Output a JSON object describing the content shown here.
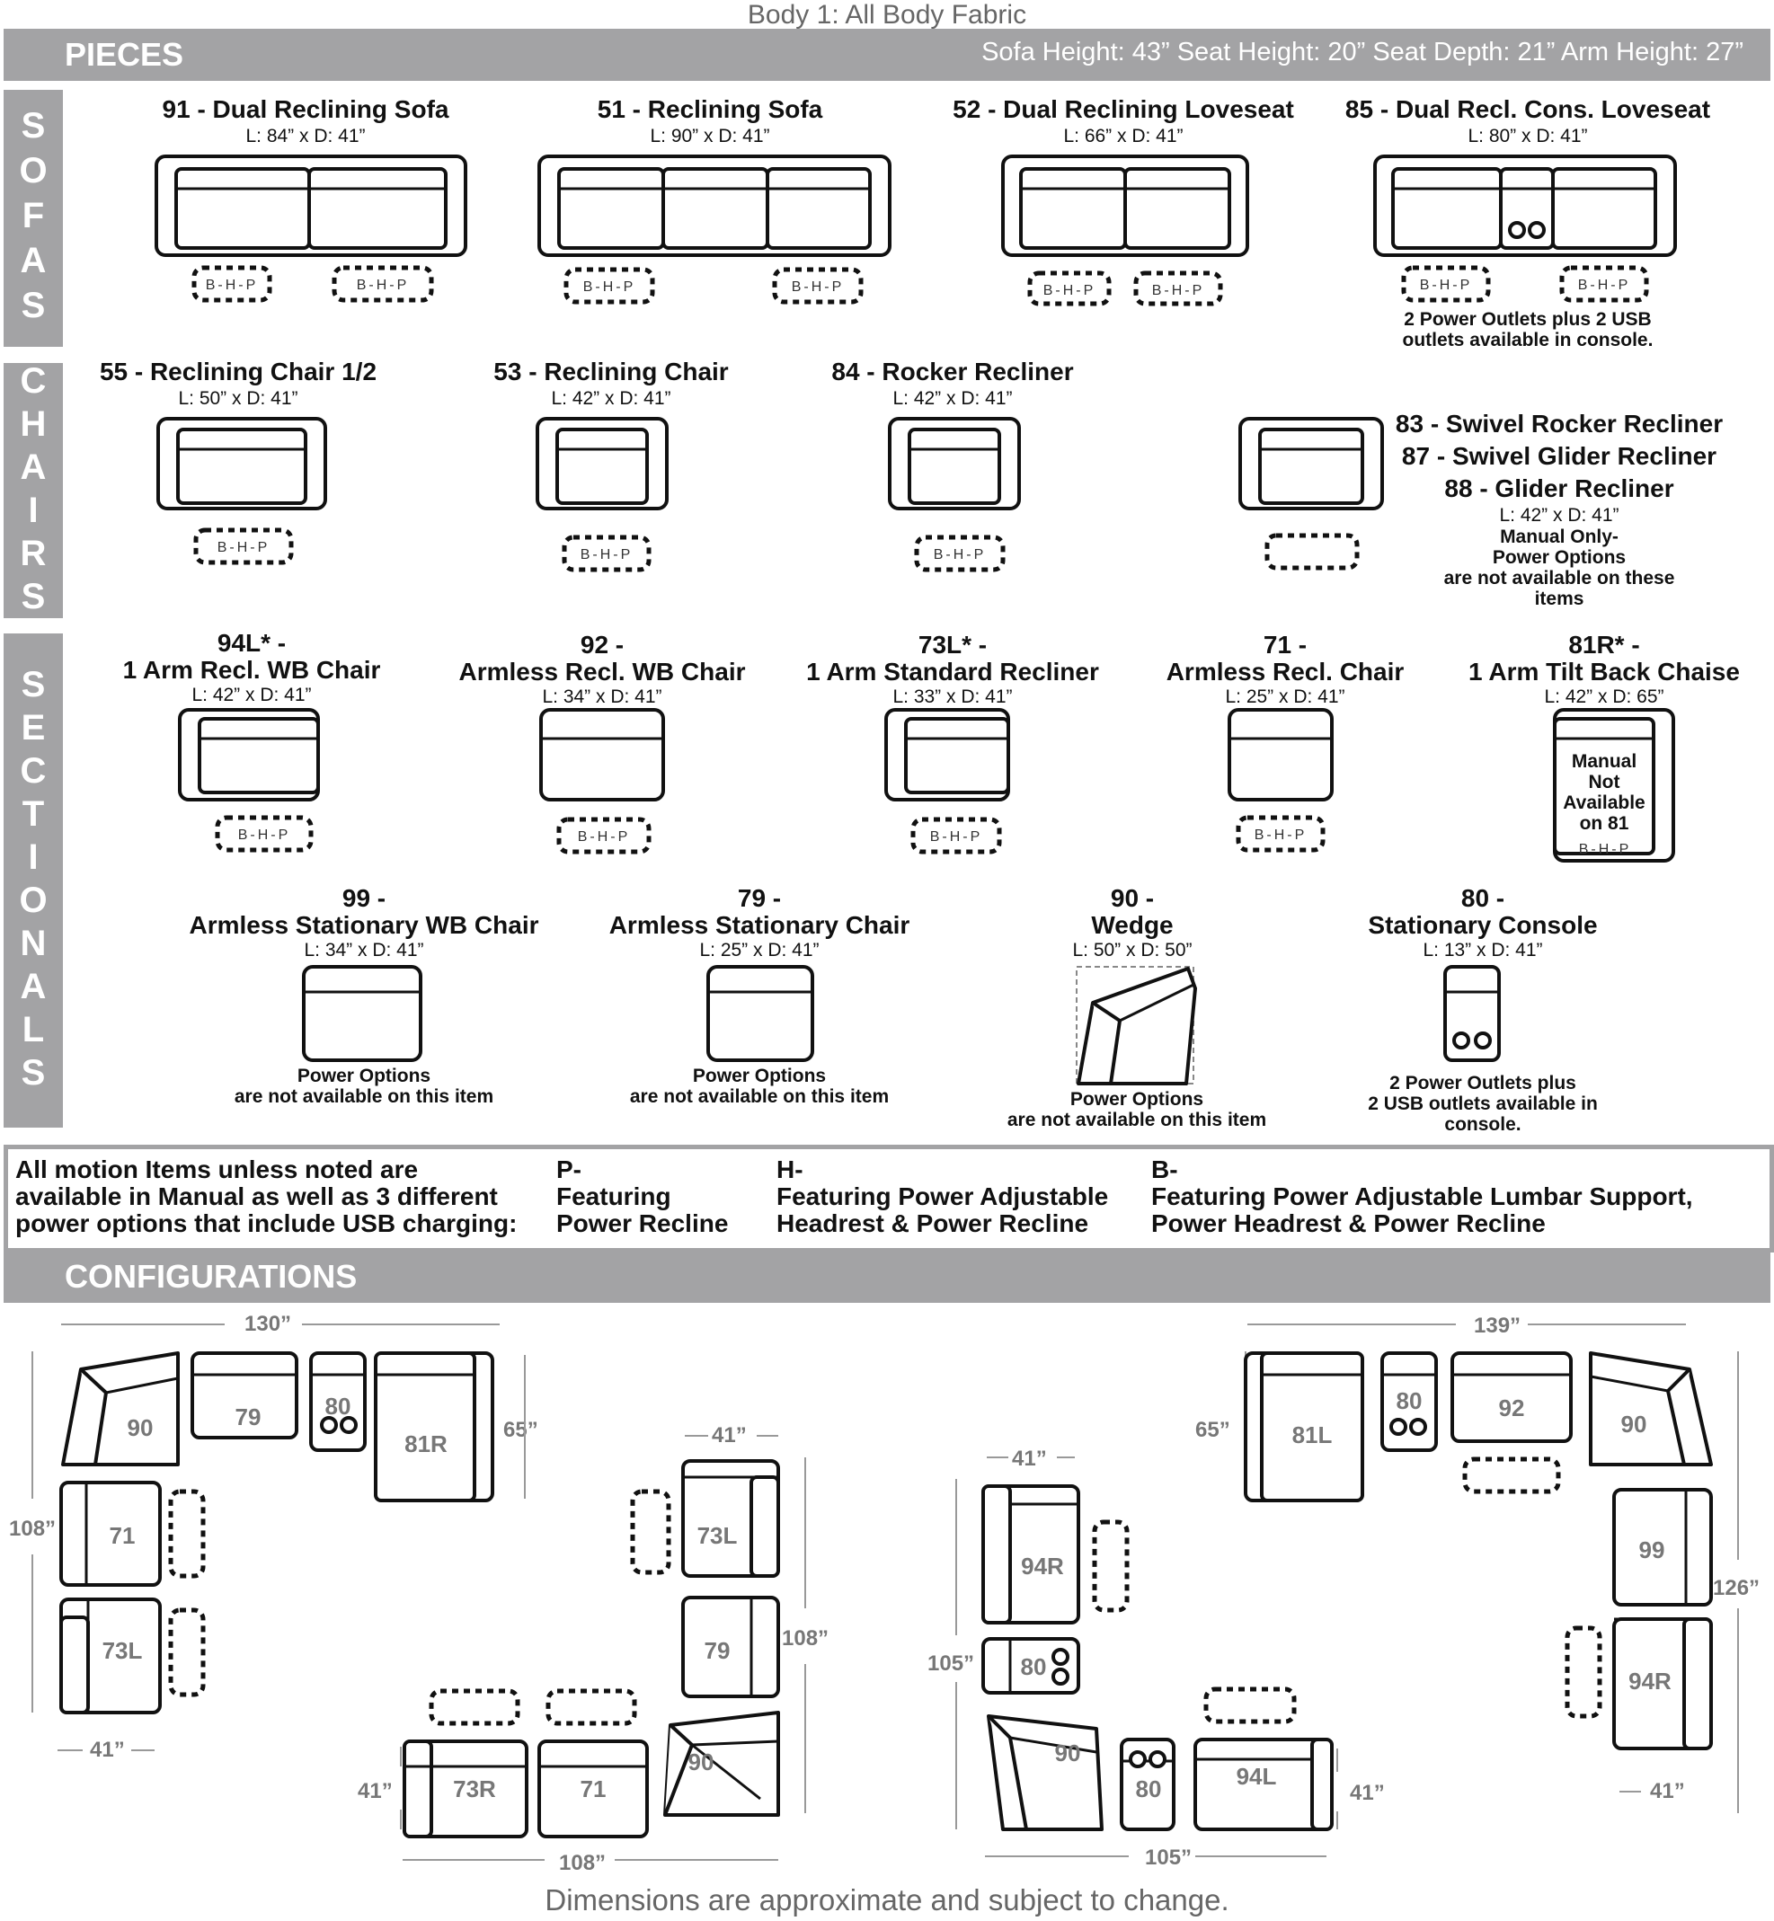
{
  "top_note": "Body 1: All Body Fabric",
  "pieces_bar": {
    "title": "PIECES",
    "specs": "Sofa Height: 43” Seat Height: 20” Seat Depth: 21” Arm Height: 27”"
  },
  "side_labels": {
    "sofas": "SOFAS",
    "chairs": "CHAIRS",
    "sectionals": "SECTIONALS"
  },
  "power_label": "B-H-P",
  "sofas": [
    {
      "title": "91 - Dual Reclining Sofa",
      "dims": "L: 84” x D: 41”"
    },
    {
      "title": "51 - Reclining Sofa",
      "dims": "L: 90” x D: 41”"
    },
    {
      "title": "52 - Dual Reclining Loveseat",
      "dims": "L: 66” x D: 41”"
    },
    {
      "title": "85 - Dual Recl. Cons. Loveseat",
      "dims": "L: 80” x D: 41”",
      "note": "2 Power Outlets plus 2 USB outlets available in console."
    }
  ],
  "chairs": [
    {
      "title": "55 - Reclining Chair 1/2",
      "dims": "L: 50” x D: 41”"
    },
    {
      "title": "53 - Reclining Chair",
      "dims": "L: 42” x D: 41”"
    },
    {
      "title": "84 - Rocker Recliner",
      "dims": "L: 42” x D: 41”"
    },
    {
      "title1": "83 - Swivel Rocker Recliner",
      "title2": "87 - Swivel Glider Recliner",
      "title3": "88 - Glider Recliner",
      "dims": "L: 42” x D: 41”",
      "note1": "Manual Only-",
      "note2": "Power Options",
      "note3": "are not available on these",
      "note4": "items"
    }
  ],
  "sectionals_row1": [
    {
      "code": "94L* -",
      "title": "1 Arm Recl. WB Chair",
      "dims": "L: 42” x D: 41”"
    },
    {
      "code": "92 -",
      "title": "Armless Recl. WB Chair",
      "dims": "L: 34” x D: 41”"
    },
    {
      "code": "73L* -",
      "title": "1 Arm Standard Recliner",
      "dims": "L: 33” x D: 41”"
    },
    {
      "code": "71 -",
      "title": "Armless Recl. Chair",
      "dims": "L: 25” x D: 41”"
    },
    {
      "code": "81R* -",
      "title": "1 Arm Tilt Back Chaise",
      "dims": "L: 42” x D: 65”",
      "inner_note": "Manual Not Available on 81"
    }
  ],
  "sectionals_row2": [
    {
      "code": "99 -",
      "title": "Armless Stationary WB Chair",
      "dims": "L: 34” x D: 41”",
      "note1": "Power Options",
      "note2": "are not available on this item"
    },
    {
      "code": "79 -",
      "title": "Armless Stationary Chair",
      "dims": "L: 25” x D: 41”",
      "note1": "Power Options",
      "note2": "are not available on this item"
    },
    {
      "code": "90 -",
      "title": "Wedge",
      "dims": "L: 50” x D: 50”",
      "note1": "Power Options",
      "note2": "are not available on this item"
    },
    {
      "code": "80 -",
      "title": "Stationary Console",
      "dims": "L: 13” x D: 41”",
      "note1": "2 Power Outlets plus",
      "note2": "2 USB outlets available in",
      "note3": "console."
    }
  ],
  "legend": {
    "intro": [
      "All motion Items unless noted are",
      "available in Manual as well as 3 different",
      "power options that include USB charging:"
    ],
    "p": [
      "P-",
      "Featuring",
      "Power Recline"
    ],
    "h": [
      "H-",
      "Featuring Power Adjustable",
      "Headrest & Power Recline"
    ],
    "b": [
      "B-",
      "Featuring Power Adjustable Lumbar Support,",
      "Power Headrest &  Power Recline"
    ]
  },
  "config_bar": {
    "title": "CONFIGURATIONS"
  },
  "config_left": {
    "width": "130”",
    "depth_right": "65”",
    "depth_left": "108”",
    "bottom_left": "41”",
    "pieces": [
      "90",
      "79",
      "80",
      "81R",
      "71",
      "73L"
    ]
  },
  "config_mid": {
    "top": "41”",
    "right": "108”",
    "left_bottom": "41”",
    "bottom": "108”",
    "pieces": [
      "73L",
      "79",
      "90",
      "73R",
      "71"
    ]
  },
  "config_right": {
    "width": "139”",
    "depth_left": "65”",
    "depth_right": "126”",
    "bottom_right": "41”",
    "left_top": "41”",
    "left_side": "105”",
    "bottom": "105”",
    "bottom_right2": "41”",
    "pieces": [
      "81L",
      "80",
      "92",
      "90",
      "99",
      "94R",
      "94R",
      "80",
      "90",
      "80",
      "94L"
    ]
  },
  "footer": "Dimensions are approximate and subject to change."
}
